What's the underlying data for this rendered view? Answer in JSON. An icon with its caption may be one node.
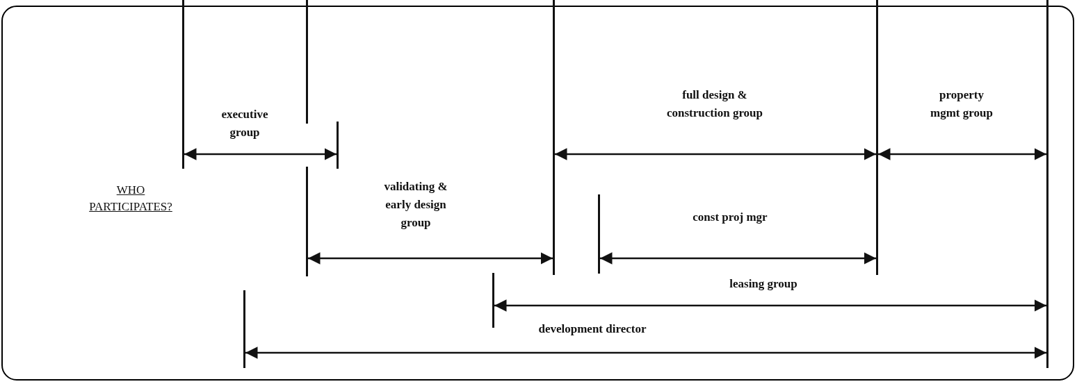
{
  "diagram": {
    "nodes": [
      {
        "text": [],
        "shape": "bar"
      },
      {
        "text": [],
        "shape": "bar"
      },
      {
        "text": [],
        "shape": "bar"
      },
      {
        "text": [],
        "shape": "bar"
      },
      {
        "text": [],
        "shape": "bar"
      },
      {
        "text": [],
        "shape": "bar"
      },
      {
        "text": [],
        "shape": "bar"
      },
      {
        "text": [],
        "shape": "bar"
      },
      {
        "text": [],
        "shape": "bar"
      },
      {
        "text": [],
        "shape": "bar"
      }
    ],
    "edges": [
      {
        "from": 0,
        "to": 2,
        "arrow": "both",
        "label": "executive group"
      },
      {
        "from": 4,
        "to": 6,
        "arrow": "both",
        "label": "full design & construction group"
      },
      {
        "from": 6,
        "to": 9,
        "arrow": "both",
        "label": "property mgmt group"
      },
      {
        "from": 3,
        "to": 4,
        "arrow": "both",
        "label": "validating & early design group"
      },
      {
        "from": 5,
        "to": 6,
        "arrow": "both",
        "label": "const proj mgr"
      },
      {
        "from": 7,
        "to": 9,
        "arrow": "both",
        "label": "leasing group"
      },
      {
        "from": 8,
        "to": 9,
        "arrow": "both",
        "label": "development director"
      }
    ],
    "labels": [
      "WHO PARTICIPATES?"
    ]
  }
}
